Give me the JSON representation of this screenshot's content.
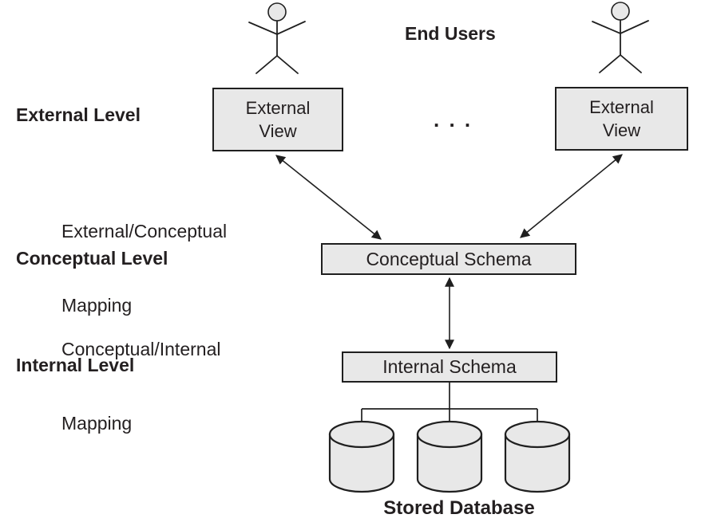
{
  "diagram": {
    "end_users_label": "End Users",
    "ellipsis": ". . .",
    "levels": {
      "external": "External Level",
      "conceptual": "Conceptual Level",
      "internal": "Internal Level"
    },
    "mappings": {
      "external_conceptual": {
        "line1": "External/Conceptual",
        "line2": "Mapping"
      },
      "conceptual_internal": {
        "line1": "Conceptual/Internal",
        "line2": "Mapping"
      }
    },
    "boxes": {
      "external_view_left": {
        "line1": "External",
        "line2": "View"
      },
      "external_view_right": {
        "line1": "External",
        "line2": "View"
      },
      "conceptual_schema": "Conceptual Schema",
      "internal_schema": "Internal Schema"
    },
    "stored_database_label": "Stored Database",
    "icons": {
      "end_user_left": "stick-figure-person-icon",
      "end_user_right": "stick-figure-person-icon",
      "databases": [
        "database-cylinder-icon",
        "database-cylinder-icon",
        "database-cylinder-icon"
      ]
    },
    "colors": {
      "box_fill": "#e8e8e8",
      "stroke": "#1f1f1f",
      "text": "#231f20",
      "background": "#ffffff"
    }
  }
}
